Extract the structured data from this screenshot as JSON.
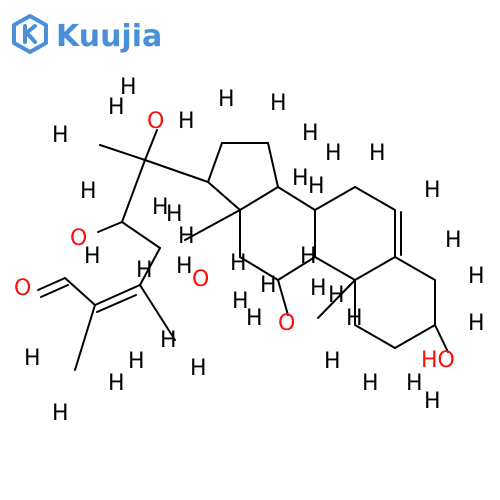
{
  "logo": {
    "brand_text": "Kuujia",
    "icon": "kuujia-k-hexagon-icon",
    "brand_color": "#4a90d9"
  },
  "molecule": {
    "bond_color": "#000000",
    "hydrogen_label": "H",
    "oxygen_label": "O",
    "hydroxyl_label": "HO",
    "hydrogen_color": "#000000",
    "oxygen_color": "#ff0d0d"
  }
}
